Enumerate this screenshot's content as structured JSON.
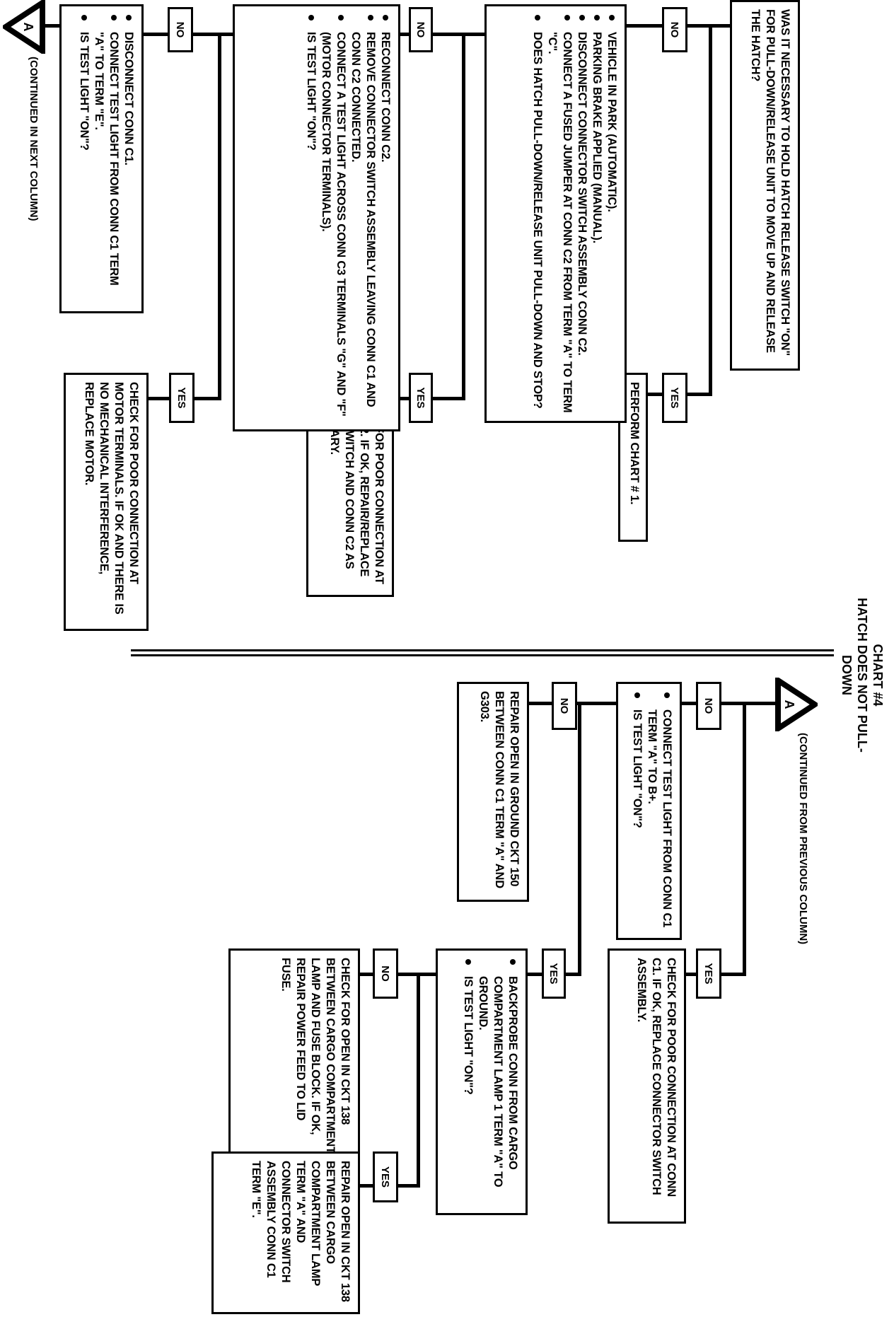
{
  "title": {
    "line1": "CHART #4",
    "line2": "HATCH DOES NOT PULL-DOWN"
  },
  "labels": {
    "yes": "YES",
    "no": "NO"
  },
  "connector": {
    "letter": "A",
    "continued_next": "(CONTINUED IN NEXT COLUMN)",
    "continued_from": "(CONTINUED FROM PREVIOUS COLUMN)"
  },
  "column1": {
    "q1": "WAS IT NECESSARY TO HOLD HATCH RELEASE SWITCH \"ON\" FOR PULL-DOWN/RELEASE UNIT TO MOVE UP AND RELEASE THE HATCH?",
    "perform": "PERFORM CHART # 1.",
    "step2": [
      "VEHICLE IN PARK (AUTOMATIC).",
      "PARKING BRAKE APPLIED (MANUAL).",
      "DISCONNECT CONNECTOR SWITCH ASSEMBLY CONN C2.",
      "CONNECT A FUSED JUMPER AT CONN C2 FROM TERM \"A\" TO TERM \"C\".",
      "DOES HATCH PULL-DOWN/RELEASE UNIT PULL-DOWN AND STOP?"
    ],
    "check2": "CHECK FOR POOR CONNECTION AT CONN C2. IF OK, REPAIR/REPLACE LATCH SWITCH AND CONN C2 AS NECESSARY.",
    "step3": [
      "RECONNECT CONN C2.",
      "REMOVE CONNECTOR SWITCH ASSEMBLY LEAVING CONN C1 AND CONN C2 CONNECTED.",
      "CONNECT A TEST LIGHT ACROSS CONN C3 TERMINALS \"G\" AND \"F\" (MOTOR CONNECTOR TERMINALS).",
      "IS TEST LIGHT \"ON\"?"
    ],
    "check3": "CHECK FOR POOR CONNECTION AT MOTOR TERMINALS. IF OK AND THERE IS NO MECHANICAL INTERFERENCE, REPLACE MOTOR.",
    "step4": [
      "DISCONNECT CONN C1.",
      "CONNECT TEST LIGHT FROM CONN C1 TERM \"A\" TO TERM \"E\".",
      "IS TEST LIGHT \"ON\"?"
    ]
  },
  "column2": {
    "step5": [
      "CONNECT TEST LIGHT FROM CONN C1 TERM \"A\" TO B+.",
      "IS TEST LIGHT \"ON\"?"
    ],
    "check5": "CHECK FOR POOR CONNECTION AT CONN C1. IF OK, REPLACE CONNECTOR SWITCH ASSEMBLY.",
    "repair_ground": "REPAIR OPEN IN GROUND CKT 150 BETWEEN CONN C1 TERM \"A\" AND G303.",
    "step6": [
      "BACKPROBE CONN FROM CARGO COMPARTMENT LAMP 1 TERM \"A\" TO GROUND.",
      "IS TEST LIGHT \"ON\"?"
    ],
    "check6": "CHECK FOR OPEN IN CKT 138 BETWEEN CARGO COMPARTMENT LAMP AND FUSE BLOCK. IF OK, REPAIR POWER FEED TO LID FUSE.",
    "repair138": "REPAIR OPEN IN CKT 138 BETWEEN CARGO COMPARTMENT LAMP TERM \"A\" AND CONNECTOR SWITCH ASSEMBLY CONN C1 TERM \"E\"."
  }
}
